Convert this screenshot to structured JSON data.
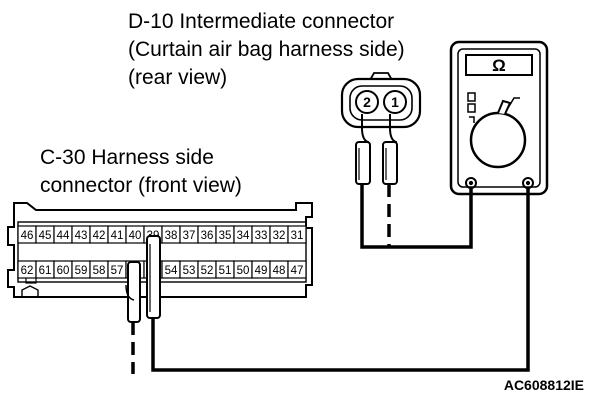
{
  "labels": {
    "d10": {
      "line1": "D-10 Intermediate connector",
      "line2": "(Curtain air bag harness side)",
      "line3": "(rear view)"
    },
    "c30": {
      "line1": "C-30 Harness side",
      "line2": "connector (front view)"
    },
    "figure_code": "AC608812IE"
  },
  "meter": {
    "symbol": "Ω"
  },
  "d10_pins": [
    "2",
    "1"
  ],
  "c30_top_row": [
    "46",
    "45",
    "44",
    "43",
    "42",
    "41",
    "40",
    "39",
    "38",
    "37",
    "36",
    "35",
    "34",
    "33",
    "32",
    "31"
  ],
  "c30_bottom_row": [
    "62",
    "61",
    "60",
    "59",
    "58",
    "57",
    "",
    "",
    "54",
    "53",
    "52",
    "51",
    "50",
    "49",
    "48",
    "47"
  ]
}
